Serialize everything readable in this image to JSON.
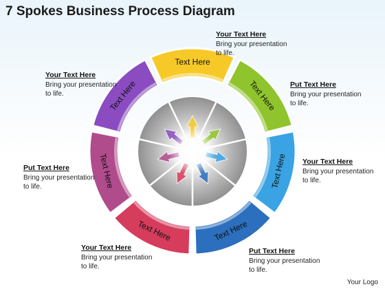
{
  "title": "7 Spokes Business Process Diagram",
  "segments": [
    {
      "label": "Text Here",
      "color": "#f6c928"
    },
    {
      "label": "Text Here",
      "color": "#8fc42c"
    },
    {
      "label": "Text Here",
      "color": "#39a3e3"
    },
    {
      "label": "Text Here",
      "color": "#2b6fbe"
    },
    {
      "label": "Text Here",
      "color": "#d63c5c"
    },
    {
      "label": "Text Here",
      "color": "#b04c8c"
    },
    {
      "label": "Text Here",
      "color": "#8a4cc0"
    }
  ],
  "callouts": [
    {
      "heading": "Your Text Here",
      "body": "Bring your presentation to life."
    },
    {
      "heading": "Put Text Here",
      "body": "Bring your presentation to life."
    },
    {
      "heading": "Your Text Here",
      "body": "Bring your presentation to life."
    },
    {
      "heading": "Put Text Here",
      "body": "Bring your presentation to life."
    },
    {
      "heading": "Your Text Here",
      "body": "Bring your presentation to life."
    },
    {
      "heading": "Put Text Here",
      "body": "Bring your presentation to life."
    },
    {
      "heading": "Your Text Here",
      "body": "Bring your presentation to life."
    }
  ],
  "logo": "Your Logo"
}
